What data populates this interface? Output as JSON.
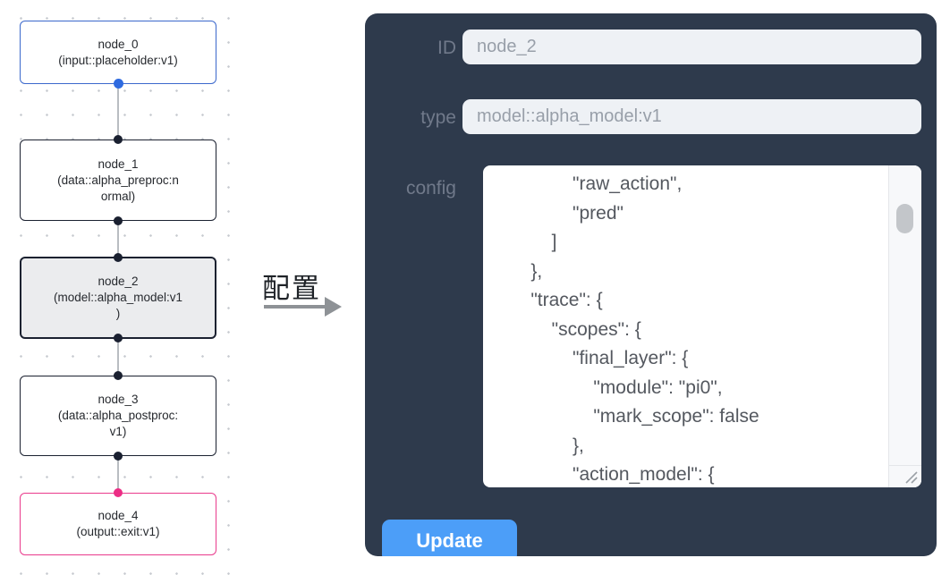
{
  "flow": {
    "nodes": [
      {
        "title": "node_0",
        "subtitle": "(input::placeholder:v1)",
        "variant": "input"
      },
      {
        "title": "node_1",
        "subtitle": "(data::alpha_preproc:n\normal)",
        "variant": "default"
      },
      {
        "title": "node_2",
        "subtitle": "(model::alpha_model:v1\n)",
        "variant": "selected"
      },
      {
        "title": "node_3",
        "subtitle": "(data::alpha_postproc:\nv1)",
        "variant": "default"
      },
      {
        "title": "node_4",
        "subtitle": "(output::exit:v1)",
        "variant": "output"
      }
    ]
  },
  "annotation": {
    "label": "配置"
  },
  "panel": {
    "id_label": "ID",
    "id_value": "node_2",
    "type_label": "type",
    "type_value": "model::alpha_model:v1",
    "config_label": "config",
    "config_text": "            \"raw_action\",\n            \"pred\"\n        ]\n    },\n    \"trace\": {\n        \"scopes\": {\n            \"final_layer\": {\n                \"module\": \"pi0\",\n                \"mark_scope\": false\n            },\n            \"action_model\": {",
    "update_label": "Update"
  },
  "colors": {
    "panel_bg": "#2e3a4c",
    "accent_blue": "#4c9ef8",
    "input_node_border": "#3b68cc",
    "output_node_border": "#e93a8c",
    "selected_node_bg": "#ebecee",
    "input_field_bg": "#eef1f5"
  }
}
